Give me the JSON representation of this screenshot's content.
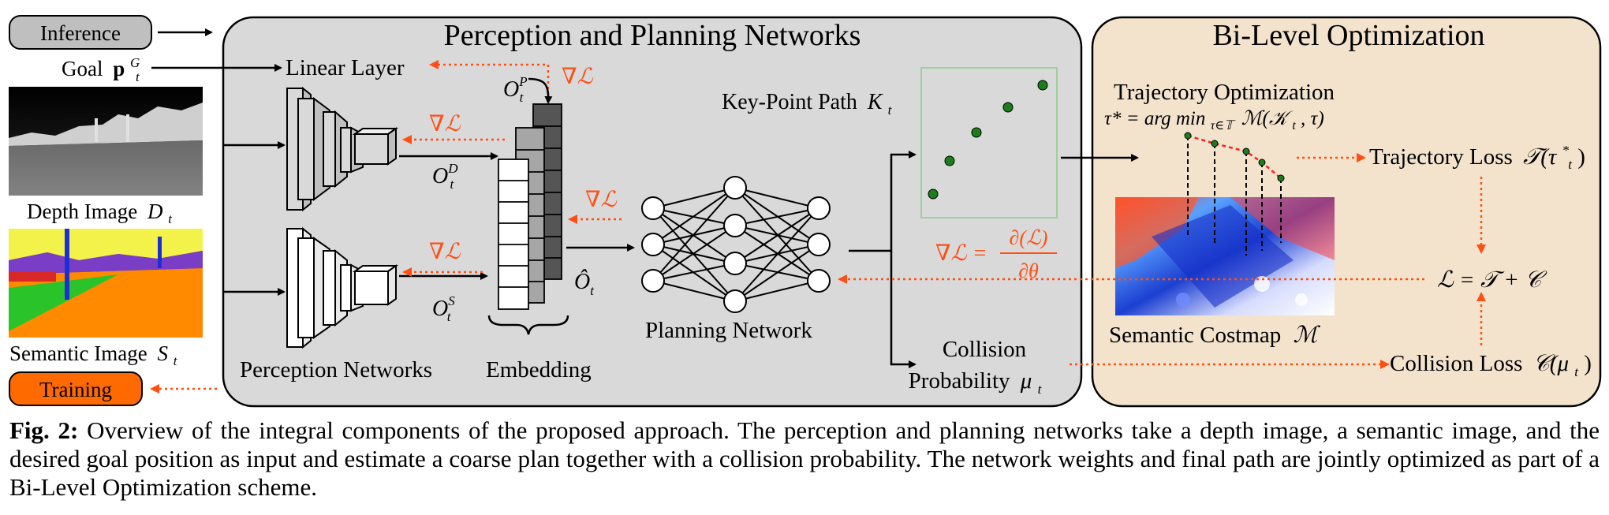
{
  "legend": {
    "inference": "Inference",
    "training": "Training"
  },
  "inputs": {
    "goal_label": "Goal",
    "goal_symbol": "p",
    "goal_sup": "G",
    "goal_sub": "t",
    "depth_label": "Depth Image",
    "depth_symbol": "D",
    "semantic_label": "Semantic Image",
    "semantic_symbol": "S",
    "sub_t": "t"
  },
  "perception_panel": {
    "title": "Perception and Planning Networks",
    "linear_layer": "Linear Layer",
    "grad": "∇ℒ",
    "obs_symbol": "O",
    "obs_p": "P",
    "obs_d": "D",
    "obs_s": "S",
    "obs_hat": "Ô",
    "perception_networks": "Perception Networks",
    "embedding": "Embedding",
    "planning_network": "Planning Network",
    "keypoint_path": "Key-Point Path",
    "keypoint_symbol": "K",
    "collision_line1": "Collision",
    "collision_line2": "Probability",
    "mu": "μ",
    "grad_eq_lhs": "∇ℒ =",
    "grad_eq_num": "∂(ℒ)",
    "grad_eq_den": "∂θ"
  },
  "bilevel_panel": {
    "title": "Bi-Level Optimization",
    "traj_opt": "Trajectory Optimization",
    "traj_eq": "τ* = arg min",
    "traj_eq_sub": "τ∈𝕋",
    "traj_eq_rhs": "ℳ(𝒦",
    "traj_eq_end": ", τ)",
    "traj_loss": "Trajectory Loss",
    "traj_loss_sym": "𝒯(τ",
    "traj_loss_sup": "*",
    "total_loss": "ℒ = 𝒯 + 𝒞",
    "semantic_costmap": "Semantic Costmap",
    "costmap_sym": "ℳ",
    "collision_loss": "Collision Loss",
    "collision_loss_sym": "𝒞(μ"
  },
  "caption": {
    "label": "Fig. 2:",
    "text": "Overview of the integral components of the proposed approach. The perception and planning networks take a depth image, a semantic image, and the desired goal position as input and estimate a coarse plan together with a collision probability. The network weights and final path are jointly optimized as part of a Bi-Level Optimization scheme."
  },
  "colors": {
    "panel_gray": "#d9d9d9",
    "panel_tan": "#f3e3cc",
    "gradient_red": "#ff4f12",
    "training_orange": "#ff6a00",
    "inference_gray": "#bfbfbf",
    "keypoint_green": "#1a7f1a"
  }
}
